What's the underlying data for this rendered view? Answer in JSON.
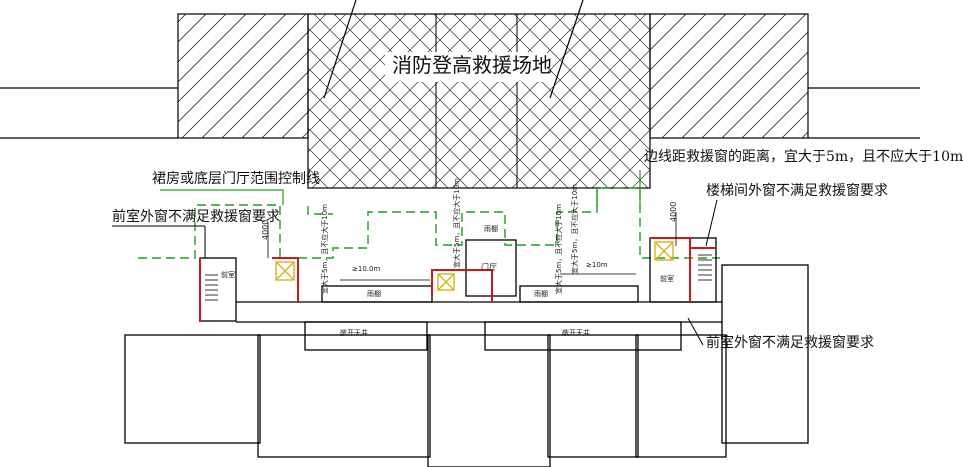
{
  "site": {
    "title": "消防登高救援场地"
  },
  "annotations": {
    "podium_line": "裙房或底层门厅范围控制线",
    "front_room_left": "前室外窗不满足救援窗要求",
    "edge_distance": "边线距救援窗的距离，宜大于5m，且不应大于10m",
    "stair_window": "楼梯间外窗不满足救援窗要求",
    "front_room_right": "前室外窗不满足救援窗要求"
  },
  "dims": {
    "d4000_left": "4000",
    "d4000_right": "4000",
    "dist_10m": "≥10.0m",
    "dist_10m_right": "≥10m",
    "v_note_1": "宜大于5m，且不应大于10m",
    "v_note_2": "宜大于5m，且不应大于10m",
    "v_note_3": "宜大于5m，且不应大于10m",
    "v_note_4": "宜大于5m，且不应大于10m"
  },
  "rooms": {
    "lobby": "门厅",
    "front_left": "前室",
    "front_right": "前室",
    "canopy_left": "雨棚",
    "canopy_mid": "雨棚",
    "canopy_right": "雨棚",
    "canopy_lobby": "雨棚",
    "shaft_left": "敞开天井",
    "shaft_right": "敞开天井"
  },
  "colors": {
    "line": "#000000",
    "green_dash": "#19a319",
    "red_wall": "#cc1a1a",
    "elevator": "#d7b319",
    "hatch": "#222222"
  }
}
